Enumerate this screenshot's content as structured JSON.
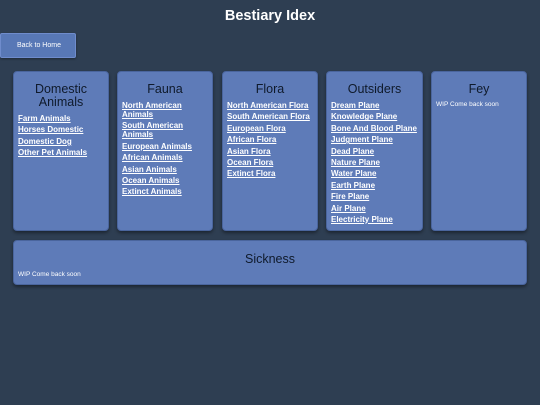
{
  "page": {
    "title": "Bestiary Idex"
  },
  "nav": {
    "back_label": "Back to Home"
  },
  "categories": [
    {
      "title": "Domestic Animals",
      "links": [
        "Farm Animals",
        "Horses Domestic",
        "Domestic Dog",
        "Other Pet Animals"
      ]
    },
    {
      "title": "Fauna",
      "links": [
        "North American Animals",
        "South American Animals",
        "European Animals",
        "African Animals",
        "Asian Animals",
        "Ocean Animals",
        "Extinct Animals"
      ]
    },
    {
      "title": "Flora",
      "links": [
        "North American Flora",
        "South American Flora",
        "European Flora",
        "African Flora",
        "Asian Flora",
        "Ocean Flora",
        "Extinct Flora"
      ]
    },
    {
      "title": "Outsiders",
      "links": [
        "Dream Plane",
        "Knowledge Plane",
        "Bone And Blood Plane",
        "Judgment Plane",
        "Dead Plane",
        "Nature Plane",
        "Water Plane",
        "Earth Plane",
        "Fire Plane",
        "Air Plane",
        "Electricity Plane"
      ]
    },
    {
      "title": "Fey",
      "note": "WIP Come back soon"
    }
  ],
  "sickness": {
    "title": "Sickness",
    "note": "WIP Come back soon"
  },
  "colors": {
    "background": "#2e3e52",
    "card": "#5e7bb8",
    "button": "#5878b6"
  }
}
